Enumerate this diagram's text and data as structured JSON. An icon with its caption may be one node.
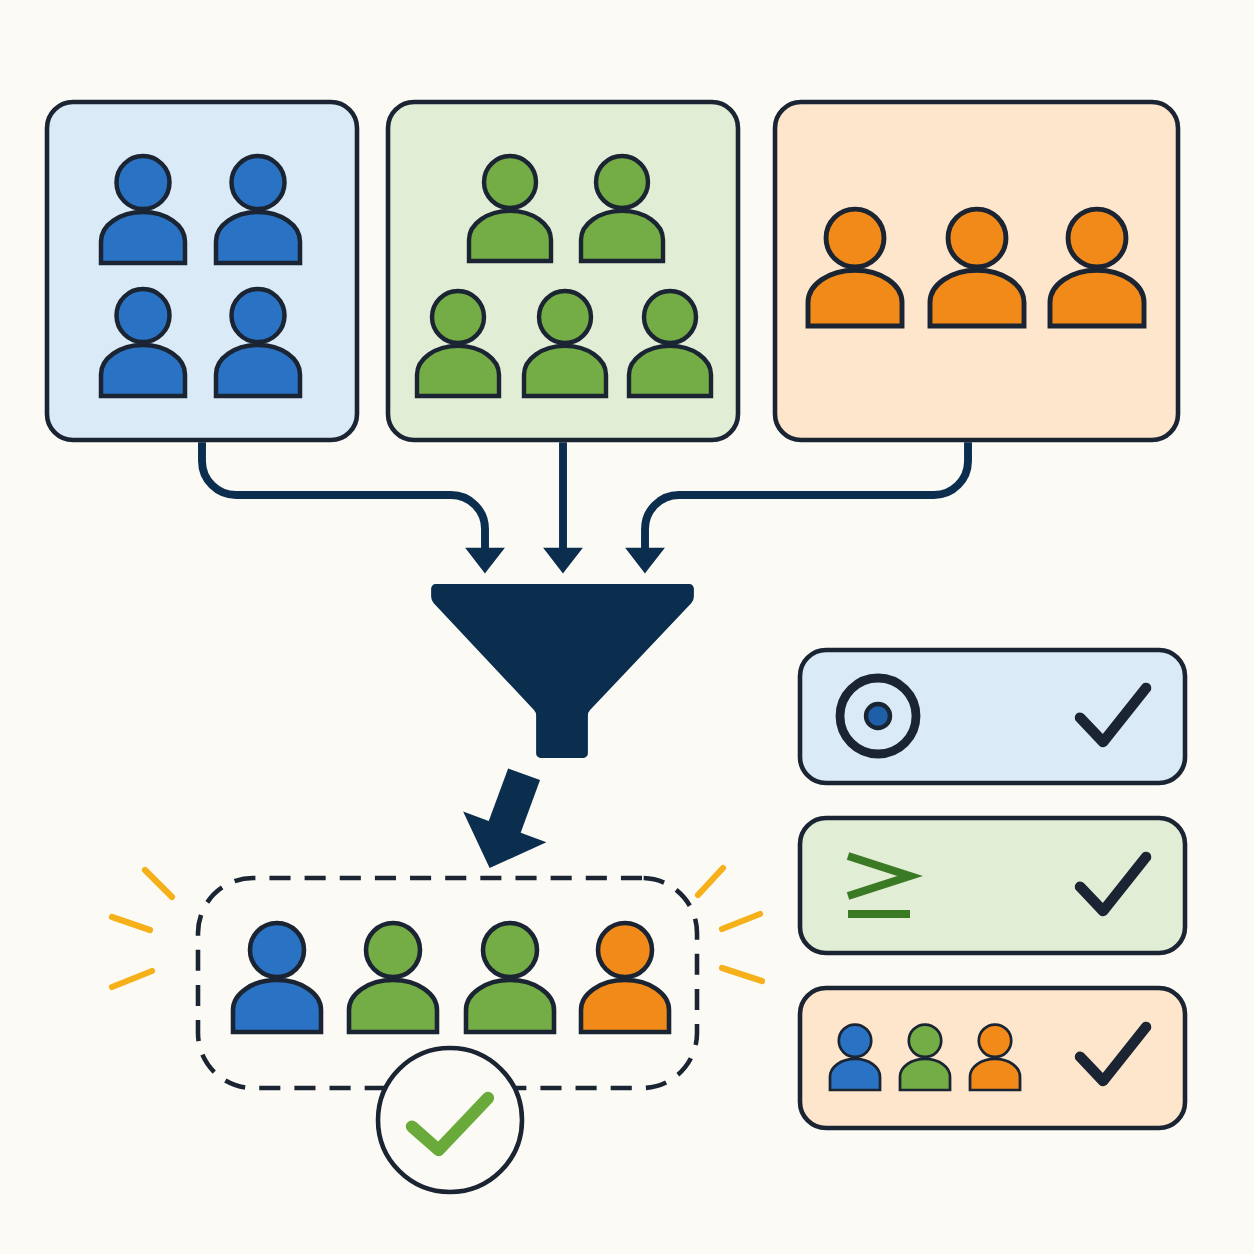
{
  "diagram": {
    "nodes": [
      {
        "text": [],
        "shape": "box"
      },
      {
        "text": [],
        "shape": "box"
      },
      {
        "text": [],
        "shape": "box"
      },
      {
        "text": [],
        "shape": "funnel"
      },
      {
        "text": [],
        "shape": "box"
      },
      {
        "text": [],
        "shape": "circle"
      },
      {
        "text": [],
        "shape": "box"
      },
      {
        "text": [],
        "shape": "box"
      },
      {
        "text": [],
        "shape": "box"
      }
    ],
    "edges": [
      {
        "from": 0,
        "to": 3,
        "arrow": "to"
      },
      {
        "from": 1,
        "to": 3,
        "arrow": "to"
      },
      {
        "from": 2,
        "to": 3,
        "arrow": "to"
      },
      {
        "from": 3,
        "to": 4,
        "arrow": "to",
        "style": "thick"
      }
    ]
  }
}
